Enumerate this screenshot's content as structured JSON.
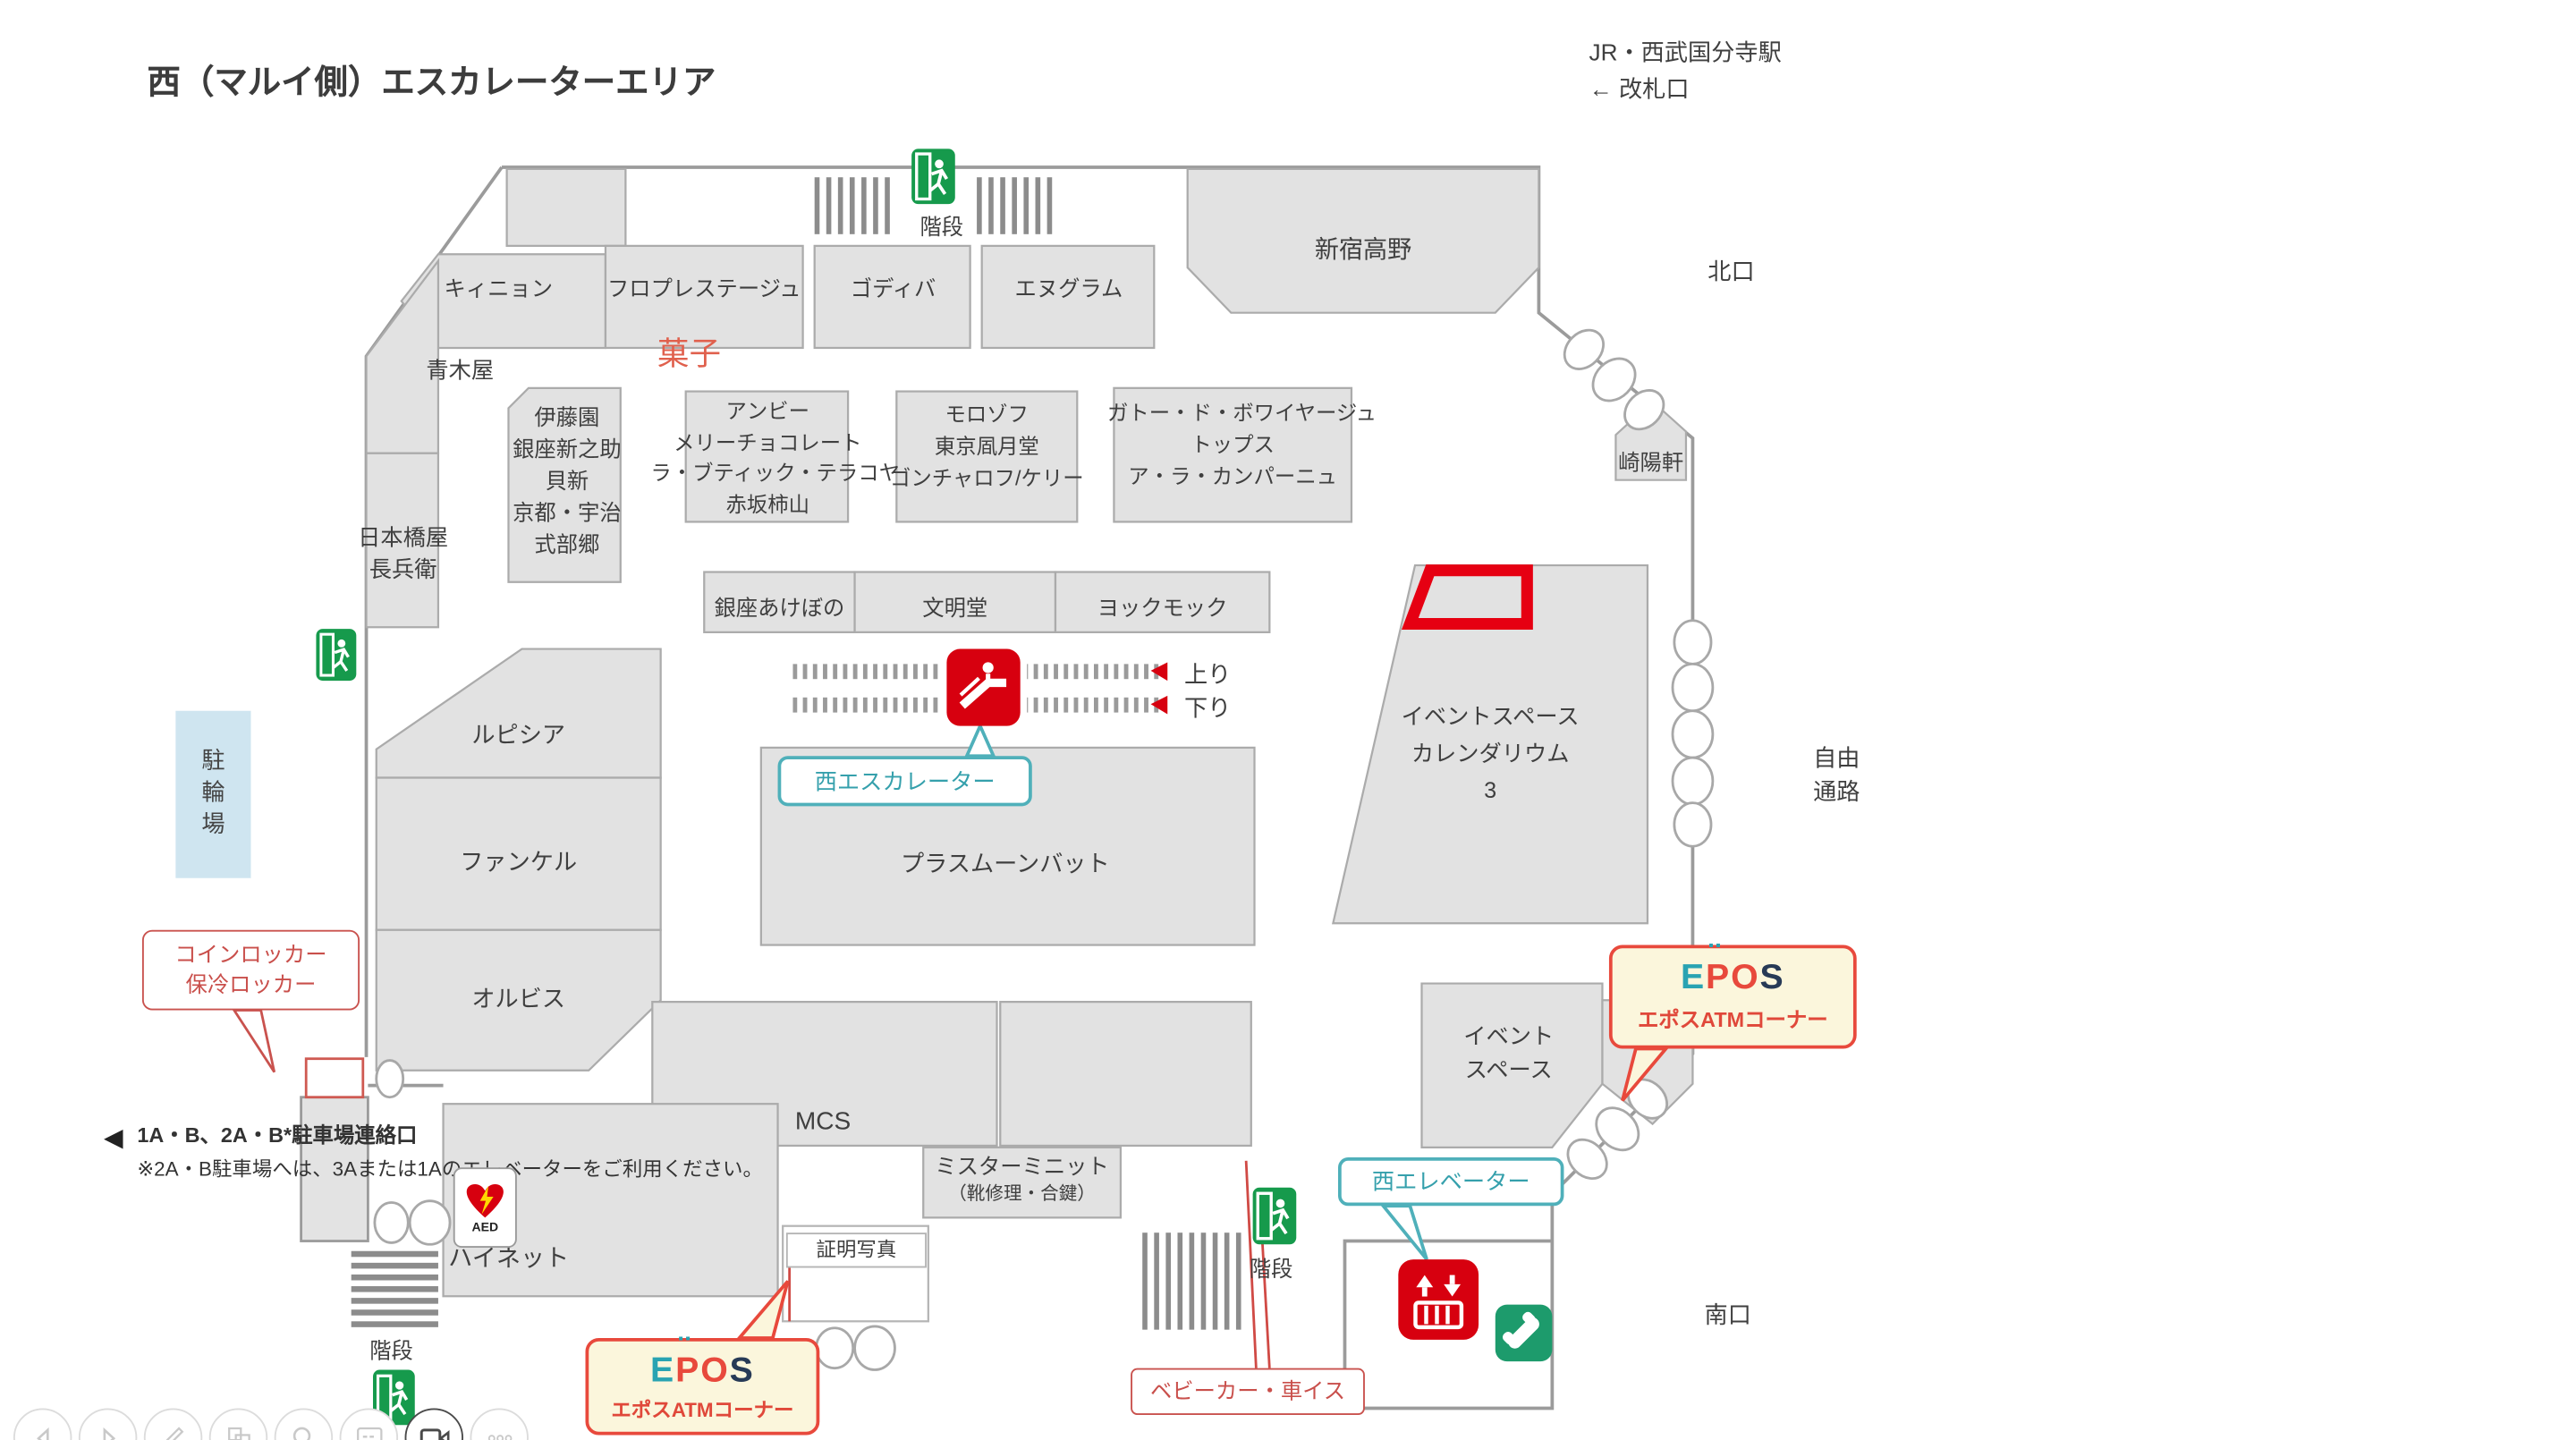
{
  "page_title": "西（マルイ側）エスカレーターエリア",
  "station": {
    "name": "JR・西武国分寺駅",
    "gate": "← 改札口"
  },
  "gates": {
    "north": "北口",
    "south": "南口",
    "free_corridor_l1": "自由",
    "free_corridor_l2": "通路",
    "bicycle": "駐輪場"
  },
  "area_category": "菓子",
  "shops": {
    "kiinyon": "キィニョン",
    "floprestage": "フロプレステージュ",
    "godiva": "ゴディバ",
    "ngram": "エヌグラム",
    "shinjuku_takano": "新宿高野",
    "aokiya": "青木屋",
    "itoen_lines": [
      "伊藤園",
      "銀座新之助",
      "貝新",
      "京都・宇治",
      "式部郷"
    ],
    "ambie_lines": [
      "アンビー",
      "メリーチョコレート",
      "ラ・ブティック・テラコヤ",
      "赤坂柿山"
    ],
    "morozoff_lines": [
      "モロゾフ",
      "東京凮月堂",
      "ゴンチャロフ/ケリー"
    ],
    "gateau_lines": [
      "ガトー・ド・ボワイヤージュ",
      "トップス",
      "ア・ラ・カンパーニュ"
    ],
    "nihonbashiya_lines": [
      "日本橋屋",
      "長兵衛"
    ],
    "kiyoken": "崎陽軒",
    "ginza_akebono": "銀座あけぼの",
    "bunmeido": "文明堂",
    "yokumoku": "ヨックモック",
    "lupicia": "ルピシア",
    "fancl": "ファンケル",
    "orbis": "オルビス",
    "plus_moonbat": "プラスムーンバット",
    "mcs": "MCS",
    "mister_minit_lines": [
      "ミスターミニット",
      "（靴修理・合鍵）"
    ],
    "hinet": "ハイネット"
  },
  "event": {
    "calendarium_lines": [
      "イベントスペース",
      "カレンダリウム",
      "3"
    ],
    "space_lines": [
      "イベント",
      "スペース"
    ]
  },
  "escalator": {
    "up": "上り",
    "down": "下り",
    "callout": "西エスカレーター"
  },
  "elevator": {
    "callout": "西エレベーター"
  },
  "facility": {
    "stairs": "階段",
    "aed": "AED",
    "photo": "証明写真",
    "stroller": "ベビーカー・車イス",
    "coin_locker_lines": [
      "コインロッカー",
      "保冷ロッカー"
    ]
  },
  "epos": {
    "e": "E",
    "p": "P",
    "o": "O",
    "s": "S",
    "dots": "¨",
    "atm": "エポスATMコーナー"
  },
  "notes": {
    "parking_arrow": "◀",
    "parking_line1": "1A・B、2A・B*駐車場連絡口",
    "parking_line2": "※2A・B駐車場へは、3Aまたは1Aのエレベーターをご利用ください。"
  },
  "colors": {
    "accent_red": "#d7000f",
    "teal": "#4fb0ba",
    "green": "#169a4c",
    "cream": "#fbf6dc",
    "block_gray": "#e2e2e2",
    "bike_blue": "#cfe5f0"
  },
  "toolbar": {
    "items": [
      "back",
      "forward",
      "pen",
      "pages",
      "search",
      "notes",
      "video",
      "more"
    ]
  }
}
